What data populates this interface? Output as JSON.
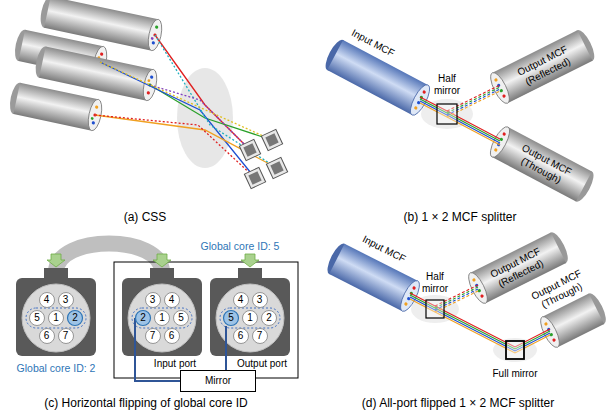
{
  "diagram": {
    "nodes": [
      {
        "text": [
          "4"
        ]
      },
      {
        "text": [
          "3"
        ]
      },
      {
        "text": [
          "5"
        ]
      },
      {
        "text": [
          "1"
        ]
      },
      {
        "text": [
          "2"
        ]
      },
      {
        "text": [
          "6"
        ]
      },
      {
        "text": [
          "7"
        ]
      },
      {
        "text": [
          "3"
        ]
      },
      {
        "text": [
          "4"
        ]
      },
      {
        "text": [
          "2"
        ]
      },
      {
        "text": [
          "1"
        ]
      },
      {
        "text": [
          "5"
        ]
      },
      {
        "text": [
          "7"
        ]
      },
      {
        "text": [
          "6"
        ]
      },
      {
        "text": [
          "4"
        ]
      },
      {
        "text": [
          "3"
        ]
      },
      {
        "text": [
          "5"
        ]
      },
      {
        "text": [
          "1"
        ]
      },
      {
        "text": [
          "2"
        ]
      },
      {
        "text": [
          "6"
        ]
      },
      {
        "text": [
          "7"
        ]
      },
      {
        "text": [
          "Mirror"
        ]
      }
    ],
    "edges": [
      {
        "from": 9,
        "to": 21,
        "arrow": "none"
      },
      {
        "from": 21,
        "to": 16,
        "arrow": "none"
      }
    ],
    "labels": [
      "(a) CSS",
      "Input MCF",
      "Half mirror",
      "Output MCF (Reflected)",
      "Output MCF (Through)",
      "(b) 1 × 2 MCF splitter",
      "Global core ID: 5",
      "Input port",
      "Output port",
      "Global core ID: 2",
      "(c) Horizontal flipping of global core ID",
      "Input MCF",
      "Half mirror",
      "Output MCF (Reflected)",
      "Full mirror",
      "Output MCF (Through)",
      "(d) All-port flipped 1 × 2 MCF splitter"
    ]
  }
}
